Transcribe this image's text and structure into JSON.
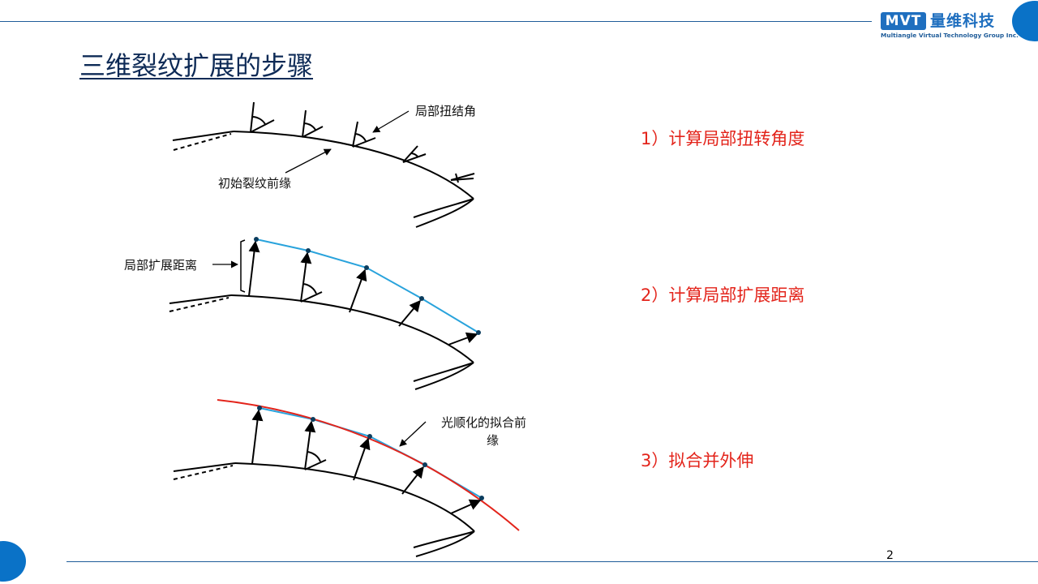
{
  "title": "三维裂纹扩展的步骤",
  "logo": {
    "abbr": "MVT",
    "name_cn": "量维科技",
    "name_en": "Multiangle Virtual Technology Group Inc."
  },
  "steps": [
    "1）计算局部扭转角度",
    "2）计算局部扩展距离",
    "3）拟合并外伸"
  ],
  "diagram_labels": {
    "local_twist_angle": "局部扭结角",
    "initial_crack_front": "初始裂纹前缘",
    "local_extension_distance": "局部扩展距离",
    "smoothed_fitted_front_line1": "光顺化的拟合前",
    "smoothed_fitted_front_line2": "缘"
  },
  "colors": {
    "accent_blue": "#1f6fbf",
    "step_red": "#e3241b",
    "extension_line": "#29a3dc",
    "fitted_curve": "#e3241b"
  },
  "page_number": "2"
}
